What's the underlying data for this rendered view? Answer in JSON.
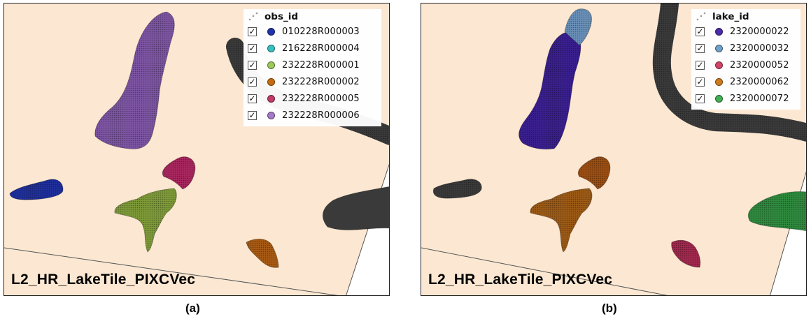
{
  "map_background_color": "#fce8d2",
  "panels": [
    {
      "tag": "(a)",
      "caption": "L2_HR_LakeTile_PIXCVec",
      "legend": {
        "title": "obs_id",
        "items": [
          {
            "label": "010228R000003",
            "color": "#2233aa",
            "checked": "✓"
          },
          {
            "label": "216228R000004",
            "color": "#38c0c0",
            "checked": "✓"
          },
          {
            "label": "232228R000001",
            "color": "#9cc95a",
            "checked": "✓"
          },
          {
            "label": "232228R000002",
            "color": "#c86c12",
            "checked": "✓"
          },
          {
            "label": "232228R000005",
            "color": "#c23a68",
            "checked": "✓"
          },
          {
            "label": "232228R000006",
            "color": "#a57ac9",
            "checked": "✓"
          }
        ]
      },
      "feature_colors": {
        "big_lake": "#7d55a3",
        "left_lake": "#1f2f9a",
        "small_top": "#a8275e",
        "middle_lake": "#7e9a38",
        "bottom_right": "#a85a14",
        "river": "#3a3a3a"
      }
    },
    {
      "tag": "(b)",
      "caption": "L2_HR_LakeTile_PIXCVec",
      "legend": {
        "title": "lake_id",
        "items": [
          {
            "label": "2320000022",
            "color": "#4a2ba8",
            "checked": "✓"
          },
          {
            "label": "2320000032",
            "color": "#6fa0c8",
            "checked": "✓"
          },
          {
            "label": "2320000052",
            "color": "#d04466",
            "checked": "✓"
          },
          {
            "label": "2320000062",
            "color": "#d07c1c",
            "checked": "✓"
          },
          {
            "label": "2320000072",
            "color": "#3fb053",
            "checked": "✓"
          }
        ]
      },
      "feature_colors": {
        "big_lake": "#3a1f8f",
        "big_lake_top": "#6a90b8",
        "left_lake": "#3a3a3a",
        "small_top": "#9c4e12",
        "middle_lake": "#9c5a16",
        "bottom_right": "#a2284e",
        "right_lake": "#2f8a3e",
        "river": "#3a3a3a"
      }
    }
  ]
}
